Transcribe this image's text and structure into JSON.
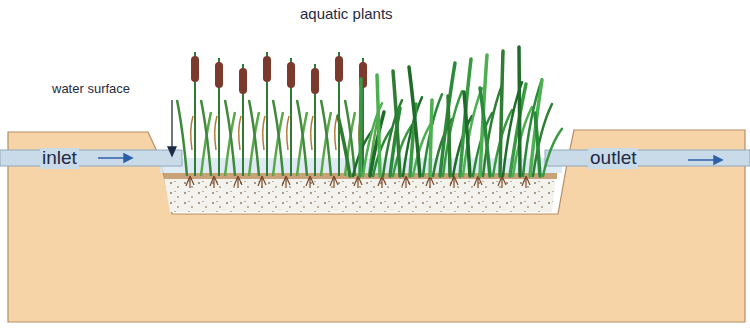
{
  "diagram": {
    "labels": [
      "aquatic plants",
      "water surface",
      "inlet",
      "outlet"
    ]
  }
}
